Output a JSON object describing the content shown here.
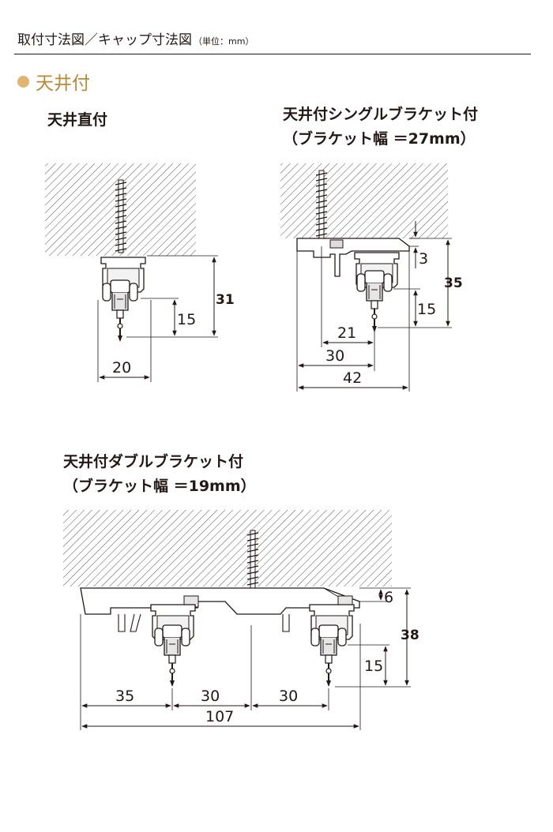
{
  "header": {
    "title": "取付寸法図／キャップ寸法図",
    "unit": "（単位：mm）"
  },
  "section": {
    "title": "天井付"
  },
  "figures": [
    {
      "title_line1": "天井直付",
      "title_line2": "",
      "dims": {
        "total_height": "31",
        "runner_height": "15",
        "width": "20"
      }
    },
    {
      "title_line1": "天井付シングルブラケット付",
      "title_line2": "（ブラケット幅 ＝27mm）",
      "dims": {
        "gap": "3",
        "total_height": "35",
        "runner_height": "15",
        "offset_a": "21",
        "offset_b": "30",
        "bracket_width": "42"
      }
    },
    {
      "title_line1": "天井付ダブルブラケット付",
      "title_line2": "（ブラケット幅 ＝19mm）",
      "dims": {
        "gap": "6",
        "total_height": "38",
        "runner_height": "15",
        "left": "35",
        "mid_a": "30",
        "mid_b": "30",
        "total_width": "107"
      }
    }
  ],
  "colors": {
    "accent": "#b98a35",
    "dot": "#e0b56f",
    "line": "#231815",
    "hatch": "#555555",
    "part": "#d8d8d8"
  }
}
